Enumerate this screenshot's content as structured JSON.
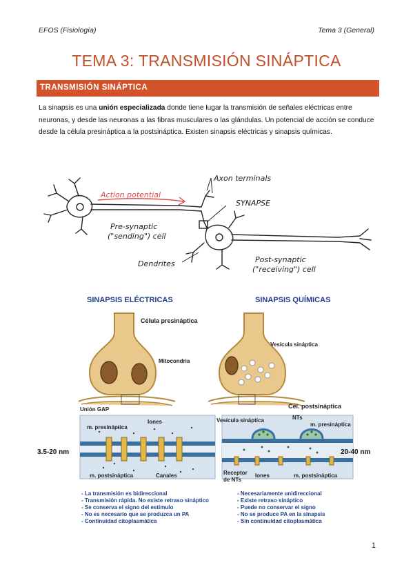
{
  "header": {
    "left": "EFOS (Fisiología)",
    "right": "Tema 3 (General)"
  },
  "title": "TEMA 3: TRANSMISIÓN SINÁPTICA",
  "section": "TRANSMISIÓN SINÁPTICA",
  "intro": {
    "p1": "La sinapsis es una ",
    "bold": "unión especializada",
    "p2": " donde tiene lugar la transmisión de señales eléctricas entre neuronas, y desde las neuronas a las fibras musculares o las glándulas. Un potencial de acción se conduce desde la célula presináptica a la postsináptica. Existen sinapsis eléctricas y sinapsis químicas."
  },
  "neuron_figure": {
    "action_potential": "Action potential",
    "axon_terminals": "Axon terminals",
    "synapse": "SYNAPSE",
    "presyn_1": "Pre-synaptic",
    "presyn_2": "(\"sending\") cell",
    "dendrites": "Dendrites",
    "postsyn_1": "Post-synaptic",
    "postsyn_2": "(\"receiving\") cell"
  },
  "synapse_figure": {
    "electrical_title": "SINAPSIS ELÉCTRICAS",
    "chemical_title": "SINAPSIS QUÍMICAS",
    "celula_pre": "Célula presináptica",
    "mitocondria": "Mitocondria",
    "vesicula": "Vesícula sináptica",
    "cel_post": "Cél. postsináptica",
    "union_gap": "Unión GAP",
    "m_pre": "m. presináptica",
    "iones": "Iones",
    "m_post": "m. postsináptica",
    "canales": "Canales",
    "gap_e": "3.5-20 nm",
    "vesicula2": "Vesícula sináptica",
    "nts": "NTs",
    "m_pre2": "m. presináptica",
    "gap_c": "20-40 nm",
    "receptor_1": "Receptor",
    "receptor_2": "de NTs",
    "iones2": "Iones",
    "m_post2": "m. postsináptica",
    "left_list": [
      "- La transmisión es bidireccional",
      "- Transmisión rápida. No existe retraso sináptico",
      "- Se conserva el signo del estímulo",
      "- No es necesario que se produzca un  PA",
      "- Continuidad citoplasmática"
    ],
    "right_list": [
      "- Necesariamente unidireccional",
      "- Existe retraso sináptico",
      "- Puede no conservar el signo",
      "- No se produce PA en la sinapsis",
      "- Sin continuidad citoplasmática"
    ]
  },
  "page_number": "1"
}
